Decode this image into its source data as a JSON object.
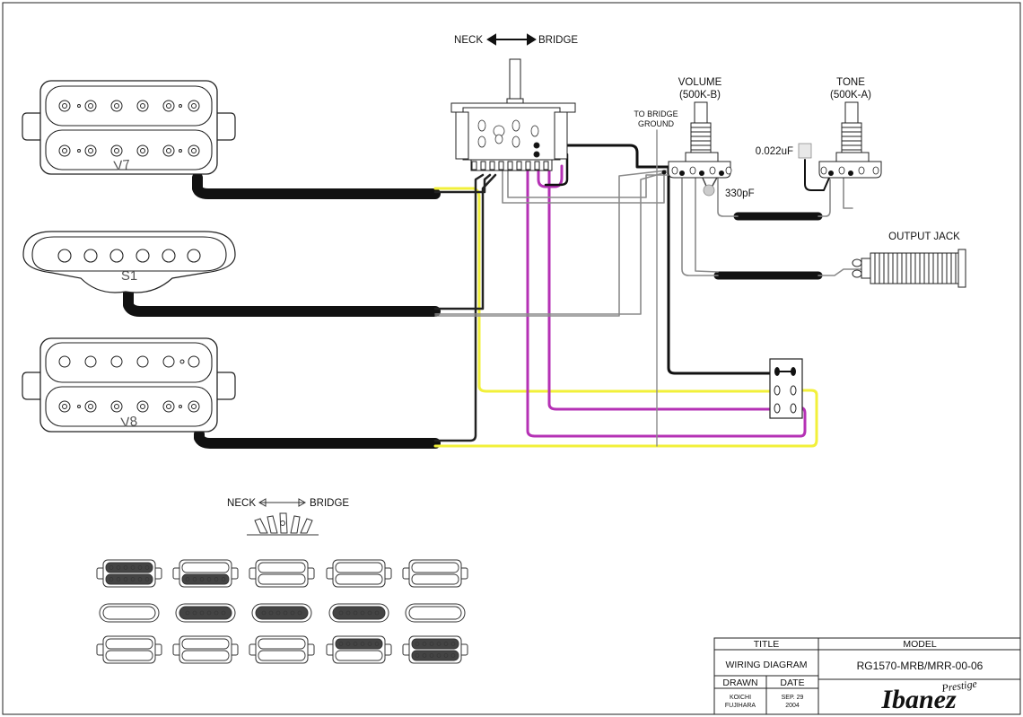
{
  "selector": {
    "neck": "NECK",
    "bridge": "BRIDGE"
  },
  "pots": {
    "volume": {
      "name": "VOLUME",
      "value": "(500K-B)"
    },
    "tone": {
      "name": "TONE",
      "value": "(500K-A)"
    }
  },
  "to_bridge_ground": [
    "TO BRIDGE",
    "GROUND"
  ],
  "capacitor_tone": "0.022uF",
  "capacitor_volume": "330pF",
  "output_jack": "OUTPUT JACK",
  "pickups": {
    "neck": "V7",
    "middle": "S1",
    "bridge": "V8"
  },
  "positions_header": {
    "neck": "NECK",
    "bridge": "BRIDGE"
  },
  "title_block": {
    "title_header": "TITLE",
    "title": "WIRING DIAGRAM",
    "model_header": "MODEL",
    "model": "RG1570-MRB/MRR-00-06",
    "drawn_header": "DRAWN",
    "drawn": [
      "KOICHI",
      "FUJIHARA"
    ],
    "date_header": "DATE",
    "date": [
      "SEP. 29",
      "2004"
    ],
    "brand": "Ibanez",
    "brand_tag": "Prestige"
  },
  "colors": {
    "wire_black": "#111111",
    "wire_yellow": "#f2f03a",
    "wire_magenta": "#b531b5",
    "wire_gray": "#8a8a8a",
    "line": "#222222"
  },
  "position_grid": [
    [
      "neck-hum-dark",
      "neck-hum-bottom-dark",
      "hum-light",
      "hum-light",
      "hum-light"
    ],
    [
      "single-light",
      "single-dark",
      "single-dark",
      "single-dark",
      "single-light"
    ],
    [
      "hum-light",
      "hum-light",
      "hum-light",
      "hum-top-dark",
      "hum-dark"
    ]
  ]
}
